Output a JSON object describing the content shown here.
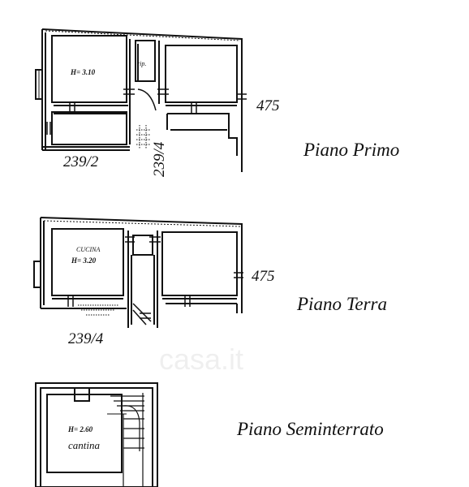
{
  "floors": [
    {
      "label": "Piano Primo",
      "dimension_right": "475",
      "dimension_bottom_left": "239/2",
      "dimension_bottom_mid": "239/4",
      "room_height": "H= 3.10",
      "room_note": "rip."
    },
    {
      "label": "Piano Terra",
      "dimension_right": "475",
      "dimension_bottom_left": "239/4",
      "room_name": "CUCINA",
      "room_height": "H= 3.20"
    },
    {
      "label": "Piano Seminterrato",
      "room_height": "H= 2.60",
      "room_name": "cantina"
    }
  ],
  "watermark": "casa.it"
}
